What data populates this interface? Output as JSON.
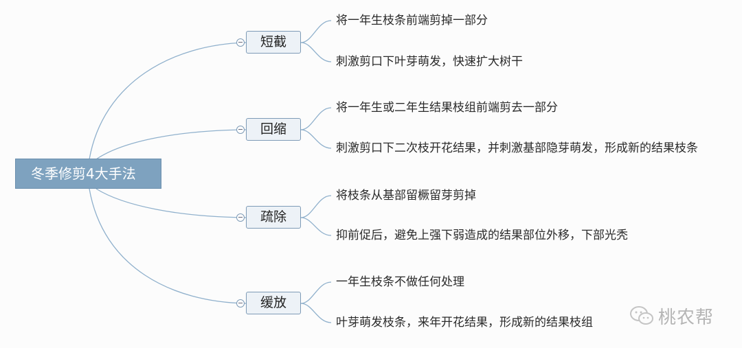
{
  "mindmap": {
    "root": "冬季修剪4大手法",
    "branches": [
      {
        "label": "短截",
        "leaves": [
          "将一年生枝条前端剪掉一部分",
          "刺激剪口下叶芽萌发，快速扩大树干"
        ]
      },
      {
        "label": "回缩",
        "leaves": [
          "将一年生或二年生结果枝组前端剪去一部分",
          "刺激剪口下二次枝开花结果，并刺激基部隐芽萌发，形成新的结果枝条"
        ]
      },
      {
        "label": "疏除",
        "leaves": [
          "将枝条从基部留橛留芽剪掉",
          "抑前促后，避免上强下弱造成的结果部位外移，下部光秃"
        ]
      },
      {
        "label": "缓放",
        "leaves": [
          "一年生枝条不做任何处理",
          "叶芽萌发枝条，来年开花结果，形成新的结果枝组"
        ]
      }
    ]
  },
  "watermark": {
    "text": "桃农帮",
    "icon": "wechat-icon"
  },
  "colors": {
    "root_fill": "#7ea2bf",
    "branch_fill": "#edf2f7",
    "connector": "#8fb0cc"
  }
}
